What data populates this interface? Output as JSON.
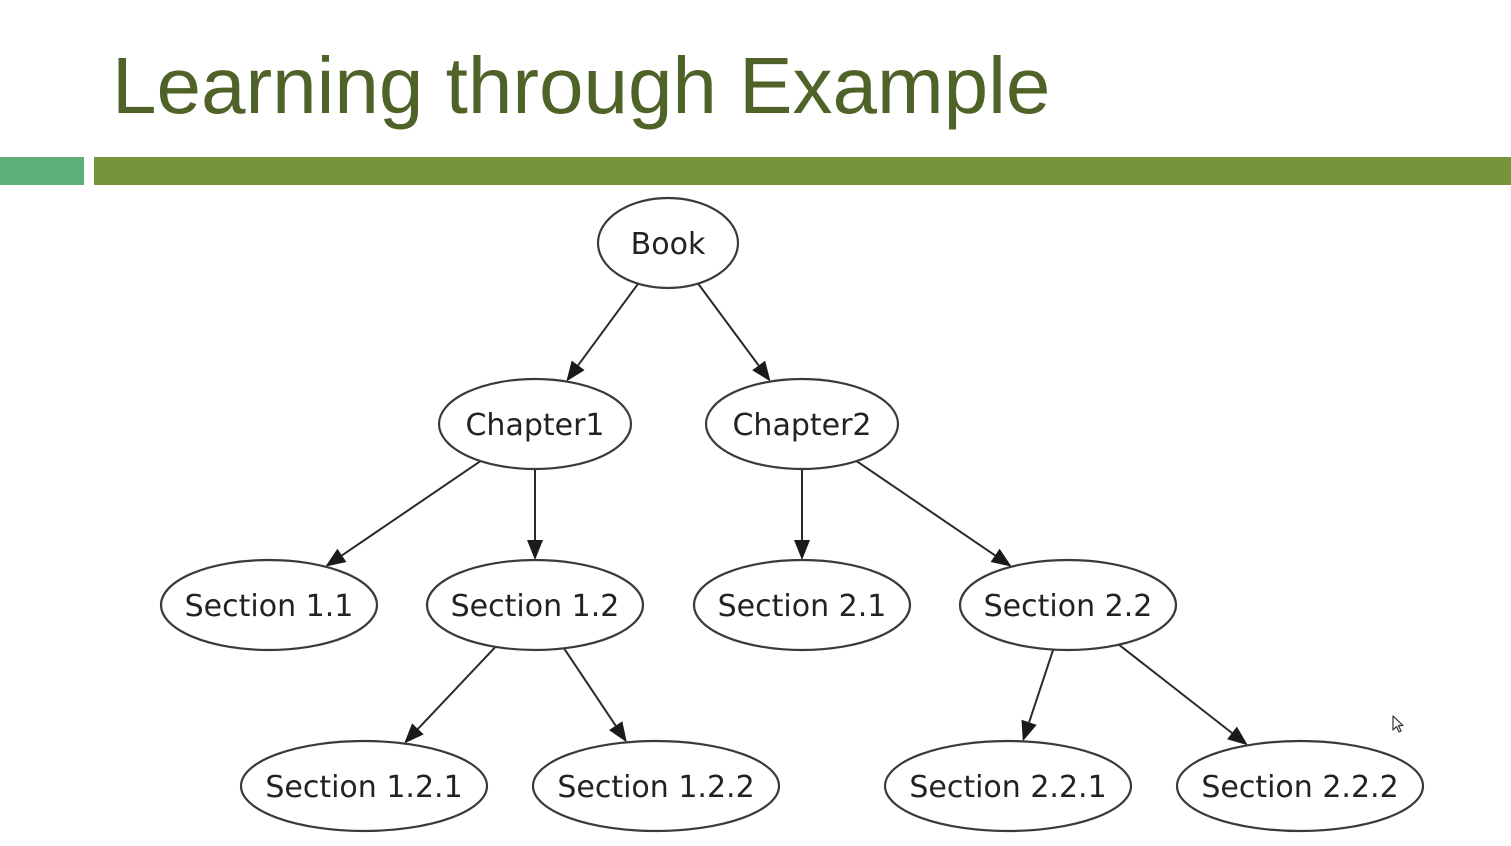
{
  "slide": {
    "title": "Learning through Example",
    "colors": {
      "title": "#4f6228",
      "accent_block": "#5eb078",
      "rule": "#77933c"
    }
  },
  "diagram": {
    "type": "tree",
    "nodes": [
      {
        "id": "book",
        "label": "Book"
      },
      {
        "id": "chapter1",
        "label": "Chapter1"
      },
      {
        "id": "chapter2",
        "label": "Chapter2"
      },
      {
        "id": "s11",
        "label": "Section 1.1"
      },
      {
        "id": "s12",
        "label": "Section 1.2"
      },
      {
        "id": "s21",
        "label": "Section 2.1"
      },
      {
        "id": "s22",
        "label": "Section 2.2"
      },
      {
        "id": "s121",
        "label": "Section 1.2.1"
      },
      {
        "id": "s122",
        "label": "Section 1.2.2"
      },
      {
        "id": "s221",
        "label": "Section 2.2.1"
      },
      {
        "id": "s222",
        "label": "Section 2.2.2"
      }
    ],
    "edges": [
      {
        "from": "book",
        "to": "chapter1"
      },
      {
        "from": "book",
        "to": "chapter2"
      },
      {
        "from": "chapter1",
        "to": "s11"
      },
      {
        "from": "chapter1",
        "to": "s12"
      },
      {
        "from": "chapter2",
        "to": "s21"
      },
      {
        "from": "chapter2",
        "to": "s22"
      },
      {
        "from": "s12",
        "to": "s121"
      },
      {
        "from": "s12",
        "to": "s122"
      },
      {
        "from": "s22",
        "to": "s221"
      },
      {
        "from": "s22",
        "to": "s222"
      }
    ]
  },
  "cursor": {
    "icon": "mouse-pointer-icon"
  }
}
